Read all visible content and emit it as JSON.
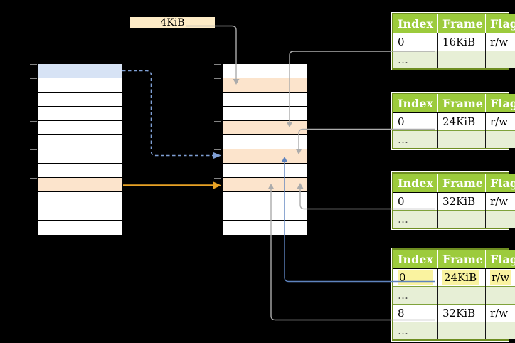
{
  "colors": {
    "blue_row": "#D7E3F5",
    "orange_row": "#FCE4CC",
    "box_fill": "#FDEBC6",
    "green_header": "#9CCB3C",
    "green_dark": "#6E8E21",
    "green_light": "#E7EFD6",
    "green_sep": "#7FA23B",
    "yellow_hl": "#FAF3A0",
    "line_gray": "#ABABAB",
    "line_blue": "#5E83BE",
    "line_dash": "#7F9FD4",
    "line_orange": "#E8A225",
    "tick_gray": "#848484"
  },
  "page_size_box": {
    "label": "4KiB"
  },
  "memory_columns": {
    "left_rows": [
      "blue",
      "white",
      "white",
      "white",
      "white",
      "white",
      "white",
      "white",
      "orange",
      "white",
      "white",
      "white"
    ],
    "middle_rows": [
      "white",
      "orange",
      "white",
      "white",
      "orange",
      "white",
      "orange",
      "white",
      "orange",
      "white",
      "white",
      "white"
    ]
  },
  "tables": [
    {
      "header": [
        "Index",
        "Frame",
        "Flags"
      ],
      "rows": [
        {
          "cells": [
            "0",
            "16KiB",
            "r/w"
          ],
          "variant": "white"
        },
        {
          "cells": [
            "…",
            "",
            ""
          ],
          "variant": "green"
        }
      ]
    },
    {
      "header": [
        "Index",
        "Frame",
        "Flags"
      ],
      "rows": [
        {
          "cells": [
            "0",
            "24KiB",
            "r/w"
          ],
          "variant": "white"
        },
        {
          "cells": [
            "…",
            "",
            ""
          ],
          "variant": "green"
        }
      ]
    },
    {
      "header": [
        "Index",
        "Frame",
        "Flags"
      ],
      "rows": [
        {
          "cells": [
            "0",
            "32KiB",
            "r/w"
          ],
          "variant": "white"
        },
        {
          "cells": [
            "…",
            "",
            ""
          ],
          "variant": "green"
        }
      ]
    },
    {
      "header": [
        "Index",
        "Frame",
        "Flags"
      ],
      "rows": [
        {
          "cells": [
            "0",
            "24KiB",
            "r/w"
          ],
          "variant": "white",
          "highlight": true
        },
        {
          "cells": [
            "…",
            "",
            ""
          ],
          "variant": "green"
        },
        {
          "cells": [
            "8",
            "32KiB",
            "r/w"
          ],
          "variant": "white"
        },
        {
          "cells": [
            "…",
            "",
            ""
          ],
          "variant": "green"
        }
      ]
    }
  ],
  "connectors": [
    {
      "from": "page-size-box",
      "to": "middle-column-row-2",
      "style": "gray-solid-arrow"
    },
    {
      "from": "page-table-1-entry-0",
      "to": "middle-column-row-5",
      "style": "gray-solid-arrow"
    },
    {
      "from": "page-table-2-entry-0",
      "to": "middle-column-row-7",
      "style": "gray-solid-arrow"
    },
    {
      "from": "page-table-3-entry-0",
      "to": "middle-column-row-9",
      "style": "gray-solid-arrow"
    },
    {
      "from": "page-table-4-entry-0",
      "to": "middle-column-row-7",
      "style": "blue-solid-arrow"
    },
    {
      "from": "page-table-4-entry-8",
      "to": "middle-column-row-9",
      "style": "gray-solid-arrow"
    },
    {
      "from": "left-column-row-1",
      "to": "middle-column-row-7",
      "style": "blue-dashed-arrow"
    },
    {
      "from": "left-column-row-9",
      "to": "middle-column-row-9",
      "style": "orange-solid-arrow"
    }
  ]
}
